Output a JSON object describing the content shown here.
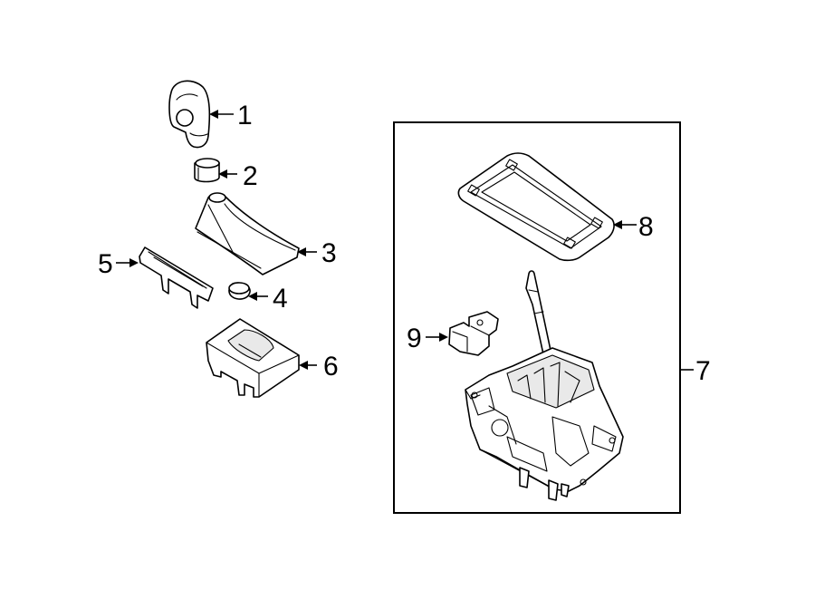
{
  "callouts": {
    "c1": "1",
    "c2": "2",
    "c3": "3",
    "c4": "4",
    "c5": "5",
    "c6": "6",
    "c7": "7",
    "c8": "8",
    "c9": "9"
  },
  "parts": [
    {
      "callout": "1",
      "icon": "shift-knob-icon"
    },
    {
      "callout": "2",
      "icon": "knob-collar-icon"
    },
    {
      "callout": "3",
      "icon": "shift-boot-icon"
    },
    {
      "callout": "4",
      "icon": "cap-icon"
    },
    {
      "callout": "5",
      "icon": "indicator-bezel-icon"
    },
    {
      "callout": "6",
      "icon": "shifter-cover-icon"
    },
    {
      "callout": "7",
      "icon": "shifter-assembly-icon"
    },
    {
      "callout": "8",
      "icon": "bezel-trim-plate-icon"
    },
    {
      "callout": "9",
      "icon": "interlock-solenoid-icon"
    }
  ]
}
